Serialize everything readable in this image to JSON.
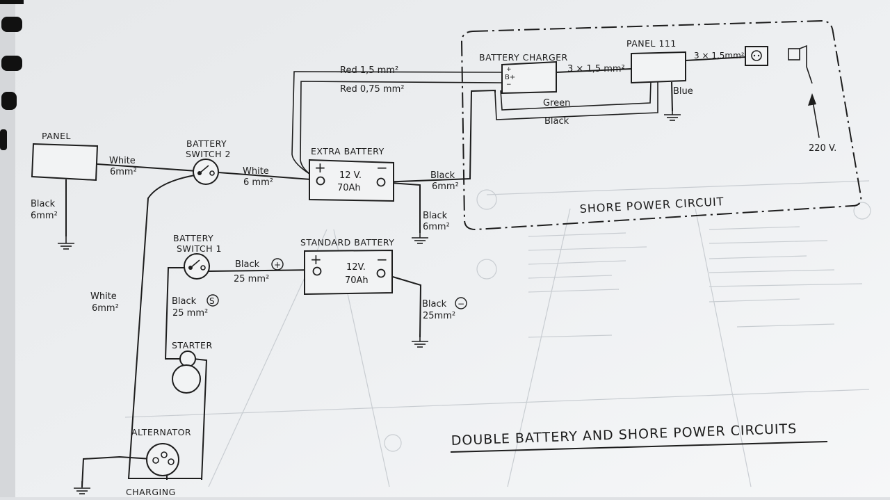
{
  "diagram": {
    "title": "DOUBLE BATTERY AND SHORE POWER CIRCUITS",
    "shore_circuit_label": "SHORE POWER CIRCUIT",
    "components": {
      "panel": "PANEL",
      "battery_switch_2": [
        "BATTERY",
        "SWITCH 2"
      ],
      "battery_switch_1": [
        "BATTERY",
        "SWITCH 1"
      ],
      "extra_battery": {
        "name": "EXTRA BATTERY",
        "plus": "+",
        "minus": "−",
        "voltage": "12 V.",
        "capacity": "70Ah"
      },
      "standard_battery": {
        "name": "STANDARD BATTERY",
        "plus": "+",
        "minus": "−",
        "voltage": "12V.",
        "capacity": "70Ah"
      },
      "battery_charger": {
        "name": "BATTERY CHARGER",
        "plus_small": "+",
        "b_plus": "B+",
        "minus_small": "−"
      },
      "panel_111": "PANEL 111",
      "starter": "STARTER",
      "alternator": "ALTERNATOR",
      "charging": "CHARGING",
      "mains": "220 V."
    },
    "wires": {
      "panel_white": [
        "White",
        "6mm²"
      ],
      "panel_black": [
        "Black",
        "6mm²"
      ],
      "switch2_white": [
        "White",
        "6 mm²"
      ],
      "alternator_white": [
        "White",
        "6mm²"
      ],
      "switch1_black": [
        "Black",
        "25 mm²"
      ],
      "switch1_black_marker": "+",
      "starter_black": [
        "Black",
        "25 mm²"
      ],
      "starter_black_marker": "S",
      "standard_neg_black": [
        "Black",
        "25mm²"
      ],
      "standard_neg_marker": "−",
      "extra_ground_black": [
        "Black",
        "6mm²"
      ],
      "extra_charger_black": [
        "Black",
        "6mm²"
      ],
      "red_15": "Red 1,5 mm²",
      "red_075": "Red 0,75 mm²",
      "charger_panel": "3 × 1,5 mm²",
      "panel_outlet": "3 × 1,5mm²",
      "green": "Green",
      "black": "Black",
      "blue": "Blue"
    }
  }
}
